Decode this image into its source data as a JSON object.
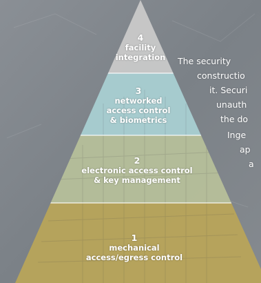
{
  "pyramid": {
    "tiers": [
      {
        "number": "4",
        "label": "facility integration",
        "lines": [
          "facility",
          "integration"
        ],
        "color": "#c9c9c9"
      },
      {
        "number": "3",
        "label": "networked access control & biometrics",
        "lines": [
          "networked",
          "access control",
          "& biometrics"
        ],
        "color": "#a9cfd2"
      },
      {
        "number": "2",
        "label": "electronic access control & key management",
        "lines": [
          "electronic access control",
          "& key management"
        ],
        "color": "#b6bf9a"
      },
      {
        "number": "1",
        "label": "mechanical access/egress control",
        "lines": [
          "mechanical",
          "access/egress control"
        ],
        "color": "#b8a45a"
      }
    ]
  },
  "side_text": {
    "lines": [
      "The security",
      "constructio",
      "it. Securi",
      "unauth",
      "the do",
      "Inge",
      "ap",
      "a"
    ]
  },
  "colors": {
    "background": "#7f858b",
    "text": "#ffffff"
  }
}
